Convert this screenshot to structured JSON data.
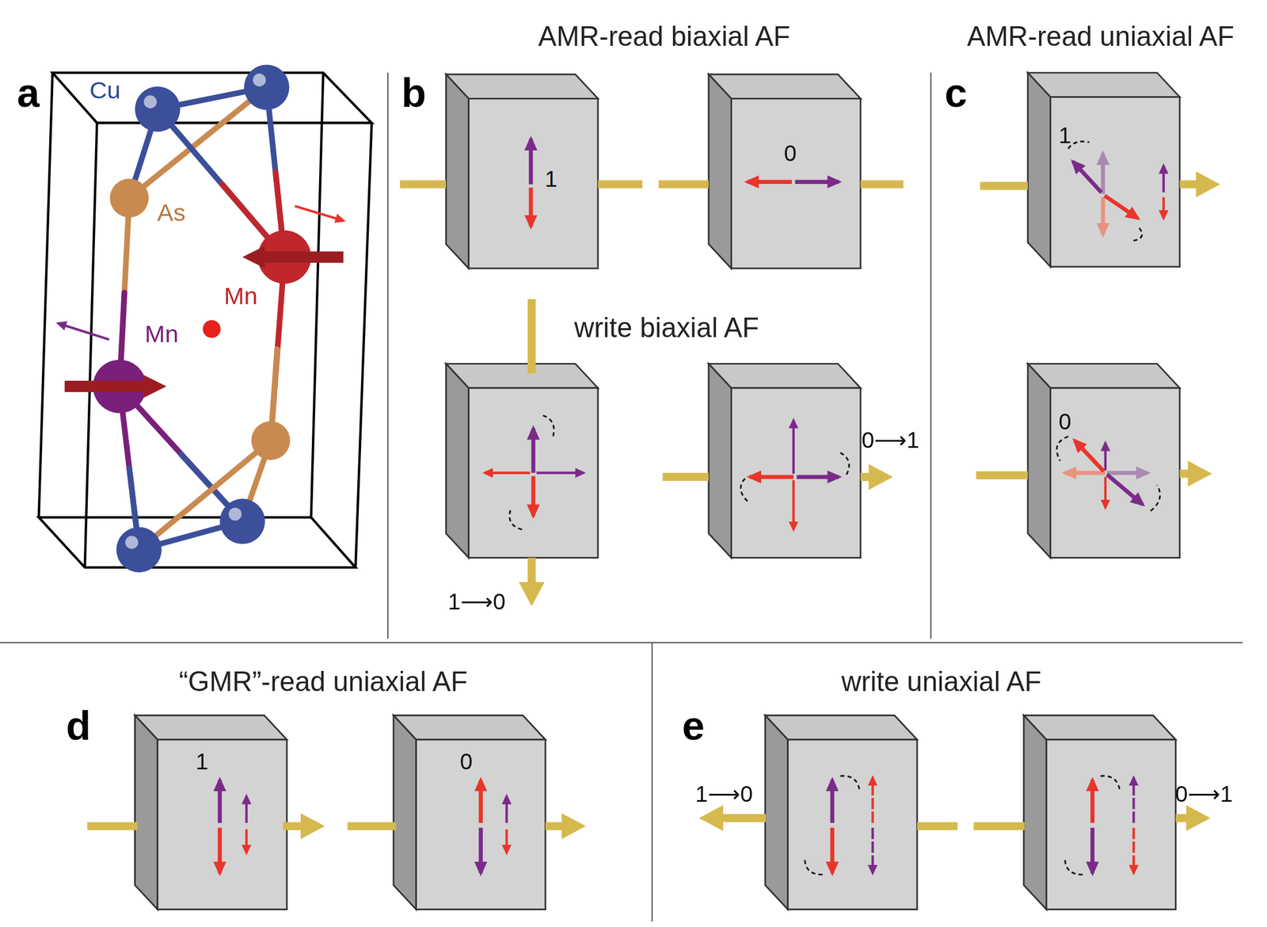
{
  "diagram": {
    "nodes": [
      {
        "text": [
          "1"
        ]
      },
      {
        "text": [
          "0"
        ]
      },
      {
        "text": [
          "1"
        ]
      },
      {
        "text": [
          "0"
        ]
      },
      {
        "text": [
          "1"
        ]
      },
      {
        "text": [
          "0"
        ]
      }
    ],
    "labels": [
      "a",
      "Cu",
      "As",
      "Mn",
      "Mn",
      "AMR-read biaxial AF",
      "b",
      "write biaxial AF",
      "1⟶0",
      "0⟶1",
      "AMR-read uniaxial AF",
      "c",
      "“GMR”-read uniaxial AF",
      "d",
      "write uniaxial AF",
      "e",
      "1⟶0",
      "0⟶1"
    ]
  }
}
